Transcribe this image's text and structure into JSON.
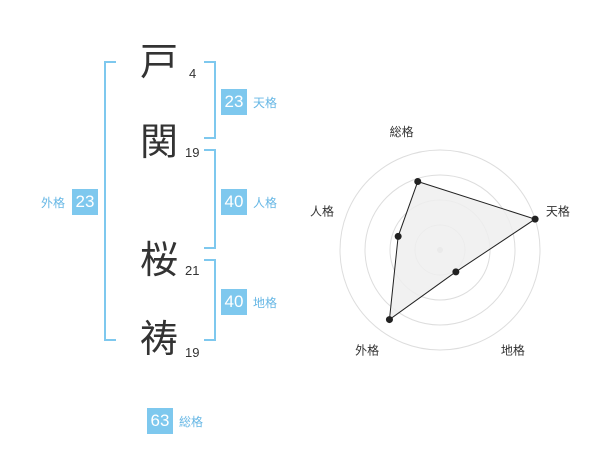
{
  "kanji_panel": {
    "characters": [
      {
        "char": "戸",
        "strokes": "4"
      },
      {
        "char": "関",
        "strokes": "19"
      },
      {
        "char": "桜",
        "strokes": "21"
      },
      {
        "char": "祷",
        "strokes": "19"
      }
    ],
    "fortunes": {
      "tenkaku": {
        "value": "23",
        "label": "天格"
      },
      "jinkaku": {
        "value": "40",
        "label": "人格"
      },
      "chikaku": {
        "value": "40",
        "label": "地格"
      },
      "gaikaku": {
        "value": "23",
        "label": "外格"
      },
      "soukaku": {
        "value": "63",
        "label": "総格"
      }
    },
    "colors": {
      "accent": "#7ec8ee",
      "label": "#66b7e5",
      "text": "#333333"
    }
  },
  "chart_data": {
    "type": "radar",
    "axes": [
      "総格",
      "天格",
      "地格",
      "外格",
      "人格"
    ],
    "values": [
      0.72,
      1.0,
      0.27,
      0.86,
      0.44
    ],
    "rings": 4,
    "colors": {
      "fill": "#eeeeee",
      "stroke": "#222222",
      "ring": "#dddddd",
      "point": "#222222"
    }
  }
}
